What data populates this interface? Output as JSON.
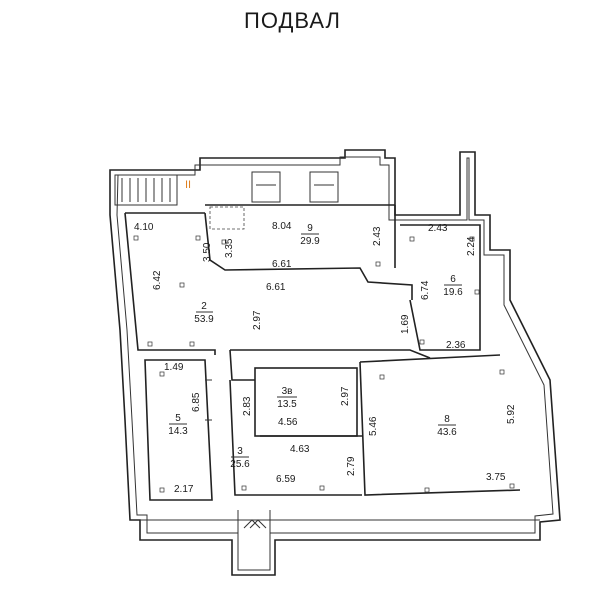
{
  "title": "ПОДВАЛ",
  "stair_mark": "II",
  "rooms": [
    {
      "number": "2",
      "area": "53.9"
    },
    {
      "number": "3",
      "area": "25.6"
    },
    {
      "number": "3в",
      "area": "13.5"
    },
    {
      "number": "5",
      "area": "14.3"
    },
    {
      "number": "6",
      "area": "19.6"
    },
    {
      "number": "8",
      "area": "43.6"
    },
    {
      "number": "9",
      "area": "29.9"
    }
  ],
  "dimensions": [
    "4.10",
    "6.42",
    "3.50",
    "3.35",
    "8.04",
    "2.43",
    "6.61",
    "6.61",
    "2.97",
    "2.43",
    "2.24",
    "6.74",
    "1.69",
    "2.36",
    "1.49",
    "6.85",
    "2.17",
    "2.83",
    "4.56",
    "2.97",
    "4.63",
    "2.79",
    "6.59",
    "5.46",
    "5.92",
    "3.75"
  ],
  "colors": {
    "stair_mark": "#e08020",
    "line": "#222222"
  }
}
